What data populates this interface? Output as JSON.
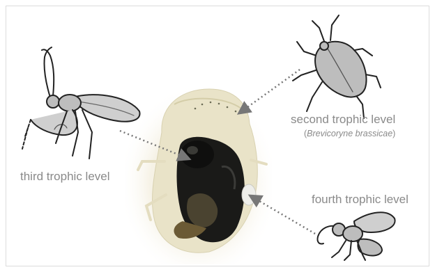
{
  "labels": {
    "second": "second trophic level",
    "second_species_open": "(",
    "second_species": "Brevicoryne brassicae",
    "second_species_close": ")",
    "third": "third trophic level",
    "fourth": "fourth trophic level"
  },
  "colors": {
    "text": "#8a8a8a",
    "arrow": "#777777",
    "line_art": "#222222",
    "fill_gray": "#bdbdbd"
  },
  "icons": {
    "aphid": "aphid-icon",
    "parasitoid": "parasitoid-wasp-icon",
    "hyperparasitoid": "hyperparasitoid-wasp-icon",
    "mummy": "aphid-mummy-photo"
  }
}
